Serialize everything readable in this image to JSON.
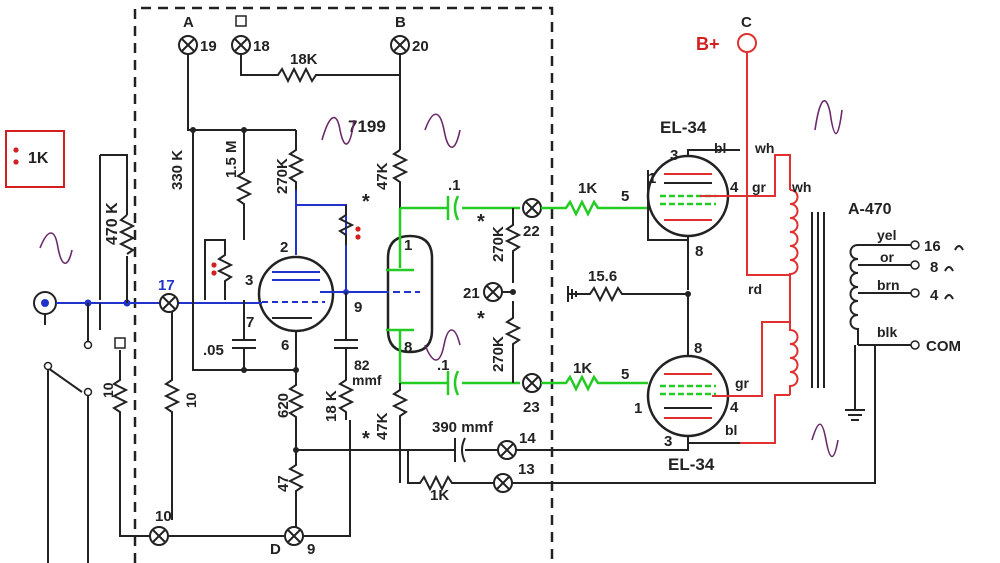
{
  "annotation_box": {
    "label": "1K"
  },
  "chassis_terminals": {
    "A": "A",
    "A_num": "19",
    "sq": "□",
    "sq_num": "18",
    "B": "B",
    "B_num": "20",
    "D": "D",
    "D_num": "9",
    "left_num": "10",
    "C": "C",
    "sq2": "□"
  },
  "supply": {
    "b_plus": "B+"
  },
  "tubes": {
    "driver": "7199",
    "output_top": "EL-34",
    "output_bottom": "EL-34"
  },
  "transformer": {
    "name": "A-470",
    "taps": [
      "yel",
      "or",
      "brn",
      "blk"
    ],
    "outputs": [
      "16",
      "8",
      "4",
      "COM"
    ],
    "windings": [
      "wh",
      "wh",
      "rd",
      "gr",
      "gr",
      "bl",
      "bl"
    ]
  },
  "resistors": {
    "r18k_top": "18K",
    "r330k": "330 K",
    "r1_5m": "1.5 M",
    "r270k_a": "270K",
    "r47k_a": "47K",
    "r470k": "470 K",
    "r620": "620",
    "r47": "47",
    "r18k_mid": "18 K",
    "r47k_b": "47K",
    "r270k_b": "270K",
    "r270k_c": "270K",
    "r1k_a": "1K",
    "r1k_b": "1K",
    "r15_6": "15.6",
    "r10_a": "10",
    "r10_b": "10",
    "r1k_fb": "1K"
  },
  "caps": {
    "c05": ".05",
    "c82": "82",
    "mmf": "mmf",
    "c1_a": ".1",
    "c1_b": ".1",
    "c390": "390 mmf"
  },
  "pins": {
    "p2": "2",
    "p3": "3",
    "p7": "7",
    "p6": "6",
    "p9": "9",
    "p1": "1",
    "p8": "8",
    "el_top_3": "3",
    "el_top_1": "1",
    "el_top_5": "5",
    "el_top_4": "4",
    "el_top_8": "8",
    "el_bot_8": "8",
    "el_bot_5": "5",
    "el_bot_1": "1",
    "el_bot_4": "4",
    "el_bot_3": "3"
  },
  "terminals": {
    "t17": "17",
    "t21": "21",
    "t22": "22",
    "t23": "23",
    "t14": "14",
    "t13": "13"
  },
  "markers": {
    "star": "*"
  }
}
